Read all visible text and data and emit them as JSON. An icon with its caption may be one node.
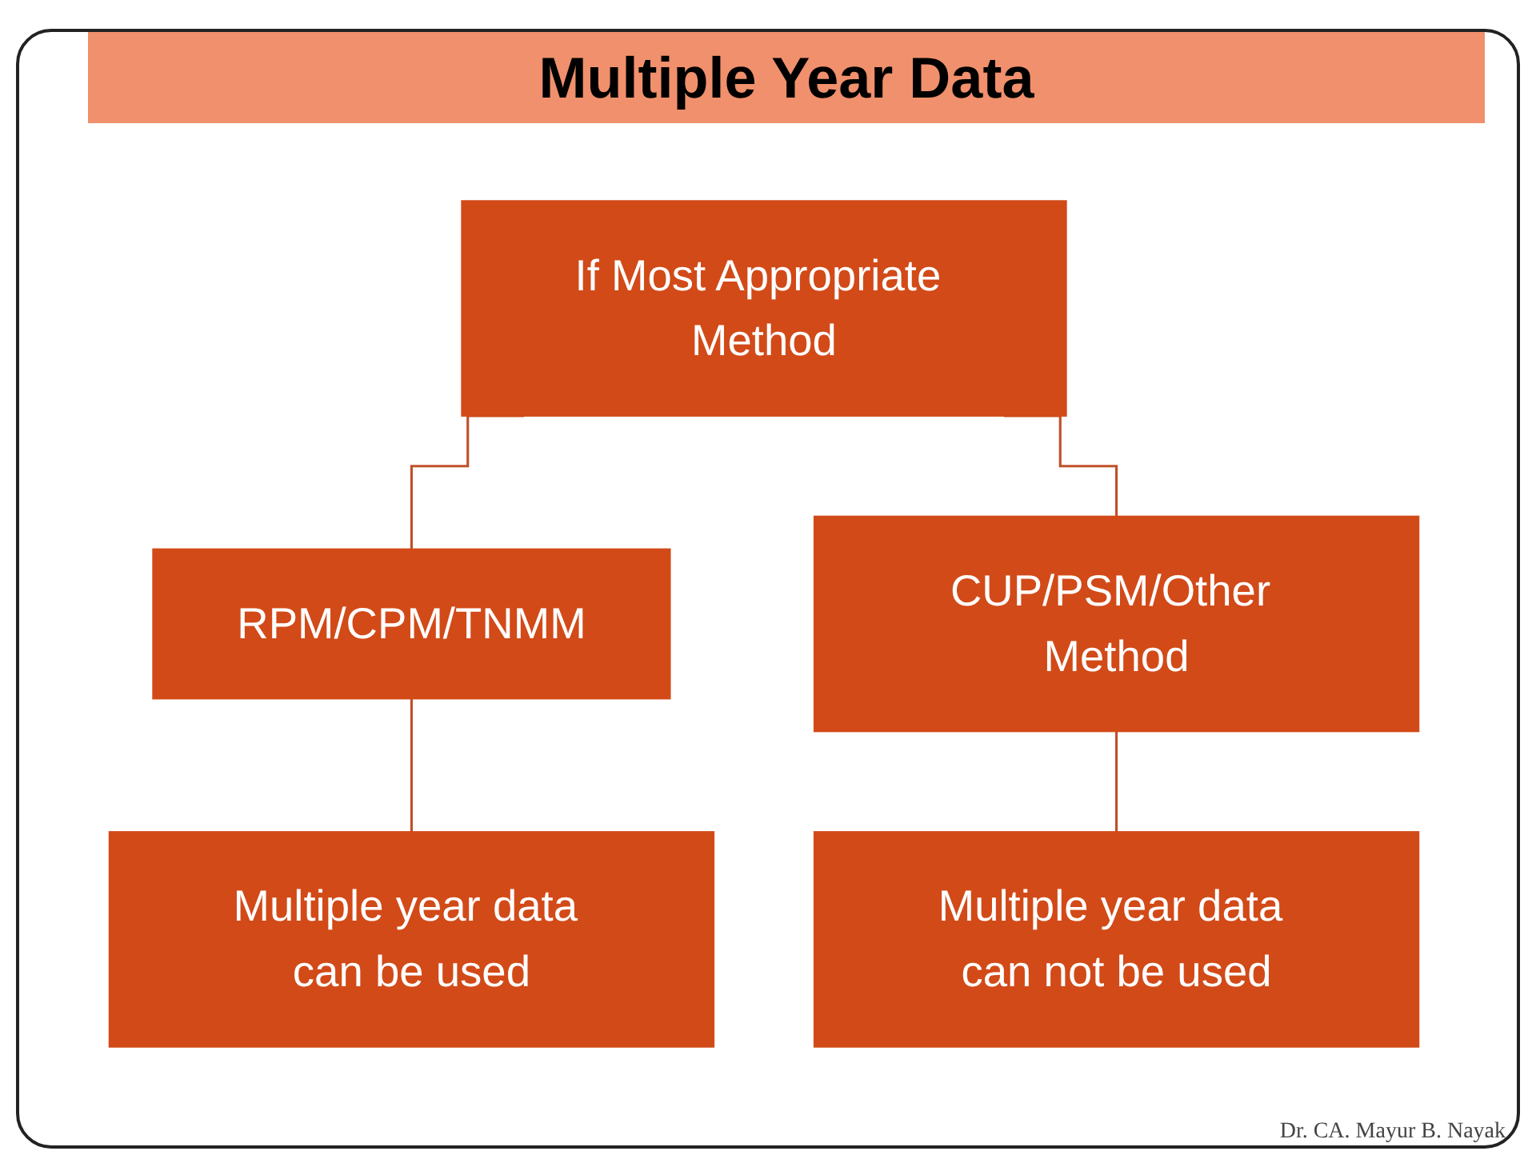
{
  "diagram": {
    "title": "Multiple Year Data",
    "nodes": [
      {
        "text": [
          "If Most Appropriate Method"
        ]
      },
      {
        "text": [
          "RPM/CPM/TNMM"
        ]
      },
      {
        "text": [
          "CUP/PSM/Other Method"
        ]
      },
      {
        "text": [
          "Multiple year data can be used"
        ]
      },
      {
        "text": [
          "Multiple year data can not be used"
        ]
      }
    ],
    "edges": [
      {
        "from": 0,
        "to": 1,
        "arrow": "none"
      },
      {
        "from": 0,
        "to": 2,
        "arrow": "none"
      },
      {
        "from": 1,
        "to": 3,
        "arrow": "none"
      },
      {
        "from": 2,
        "to": 4,
        "arrow": "none"
      }
    ],
    "labels": [
      "Dr. CA. Mayur B. Nayak"
    ]
  }
}
